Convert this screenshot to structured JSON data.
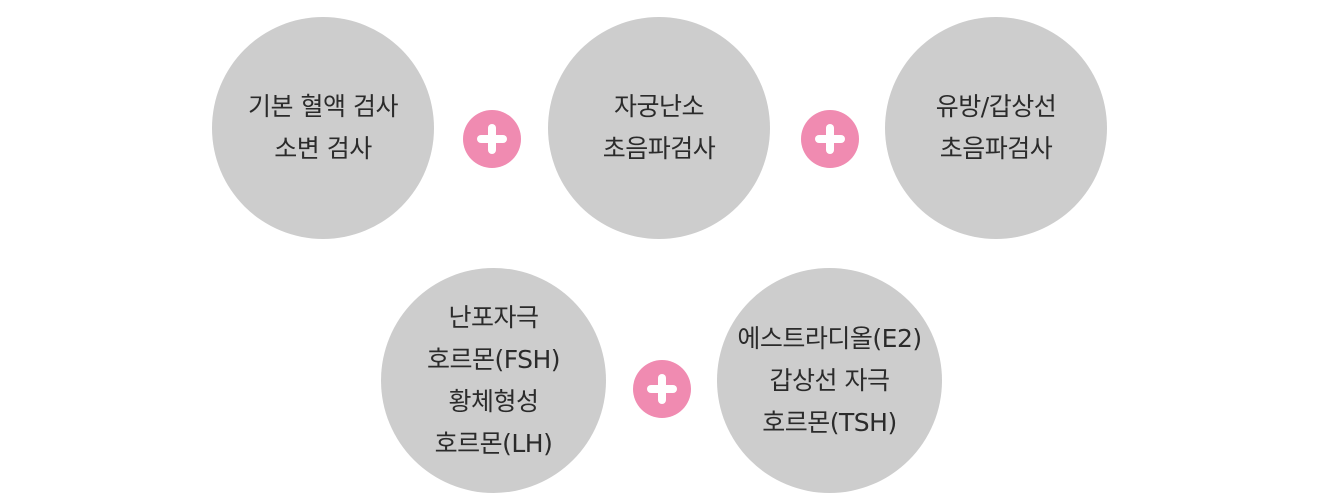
{
  "colors": {
    "circle_fill": "#cdcdcd",
    "plus_fill": "#f08bb1",
    "text": "#2b2b2b"
  },
  "nodes": [
    {
      "lines": [
        "기본 혈액 검사",
        "소변 검사"
      ]
    },
    {
      "lines": [
        "자궁난소",
        "초음파검사"
      ]
    },
    {
      "lines": [
        "유방/갑상선",
        "초음파검사"
      ]
    },
    {
      "lines": [
        "난포자극",
        "호르몬(FSH)",
        "황체형성",
        "호르몬(LH)"
      ]
    },
    {
      "lines": [
        "에스트라디올(E2)",
        "갑상선 자극",
        "호르몬(TSH)"
      ]
    }
  ],
  "connectors": [
    {
      "icon": "plus-icon"
    },
    {
      "icon": "plus-icon"
    },
    {
      "icon": "plus-icon"
    }
  ]
}
